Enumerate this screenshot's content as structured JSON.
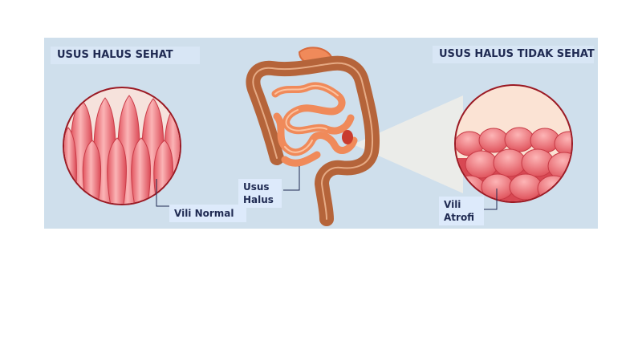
{
  "title_left": "USUS HALUS SEHAT",
  "title_right": "USUS HALUS TIDAK SEHAT",
  "label_normal": "Vili Normal",
  "label_usus": {
    "line1": "Usus",
    "line2": "Halus"
  },
  "label_atrofi": {
    "line1": "Vili",
    "line2": "Atrofi"
  },
  "colors": {
    "background": "#cfdfec",
    "label_box": "#ddeafb",
    "text": "#1f2a52",
    "circle_border": "#9b1a24",
    "large_intestine": "#b5643a",
    "small_intestine": "#f08a5a",
    "villi": "#ef7f86"
  }
}
